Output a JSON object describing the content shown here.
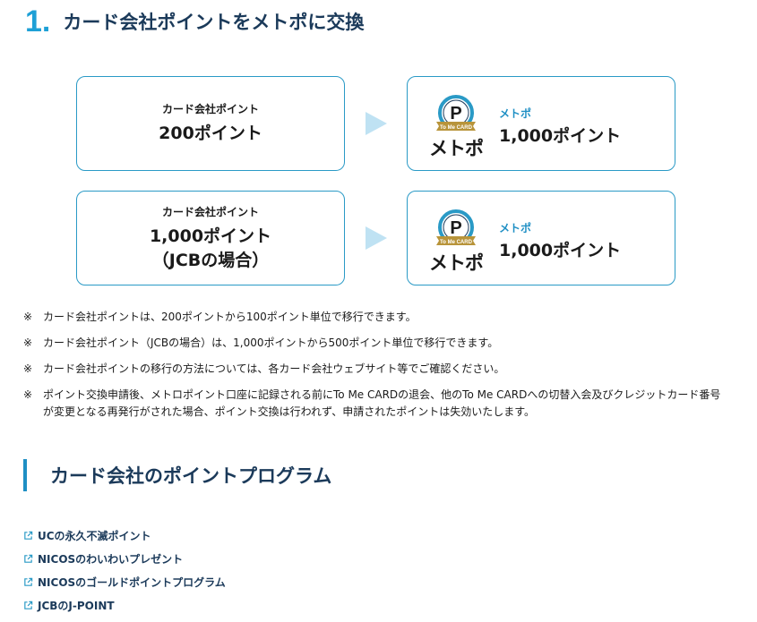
{
  "step": {
    "number": "1.",
    "title": "カード会社ポイントをメトポに交換"
  },
  "exchanges": [
    {
      "left_label": "カード会社ポイント",
      "left_amount": "200ポイント",
      "right_logo_badge": "To Me CARD",
      "right_logo_text": "メトポ",
      "right_name": "メトポ",
      "right_amount": "1,000ポイント"
    },
    {
      "left_label": "カード会社ポイント",
      "left_amount": "1,000ポイント",
      "left_note": "（JCBの場合）",
      "right_logo_badge": "To Me CARD",
      "right_logo_text": "メトポ",
      "right_name": "メトポ",
      "right_amount": "1,000ポイント"
    }
  ],
  "notes": [
    {
      "mark": "※",
      "text": "カード会社ポイントは、200ポイントから100ポイント単位で移行できます。"
    },
    {
      "mark": "※",
      "text": "カード会社ポイント（JCBの場合）は、1,000ポイントから500ポイント単位で移行できます。"
    },
    {
      "mark": "※",
      "text": "カード会社ポイントの移行の方法については、各カード会社ウェブサイト等でご確認ください。"
    },
    {
      "mark": "※",
      "text": "ポイント交換申請後、メトロポイント口座に記録される前にTo Me CARDの退会、他のTo Me CARDへの切替入会及びクレジットカード番号が変更となる再発行がされた場合、ポイント交換は行われず、申請されたポイントは失効いたします。"
    }
  ],
  "section": {
    "title": "カード会社のポイントプログラム"
  },
  "links": [
    {
      "label": "UCの永久不滅ポイント"
    },
    {
      "label": "NICOSのわいわいプレゼント"
    },
    {
      "label": "NICOSのゴールドポイントプログラム"
    },
    {
      "label": "JCBのJ-POINT"
    }
  ],
  "colors": {
    "accent": "#1ea0d6",
    "heading": "#1b3a5a",
    "border": "#2a9ac6",
    "arrow": "#bfe2f3",
    "logo_gold": "#b8943a"
  },
  "icons": {
    "arrow": "triangle-right-icon",
    "link": "external-link-icon",
    "logo": "metopo-logo-icon"
  }
}
